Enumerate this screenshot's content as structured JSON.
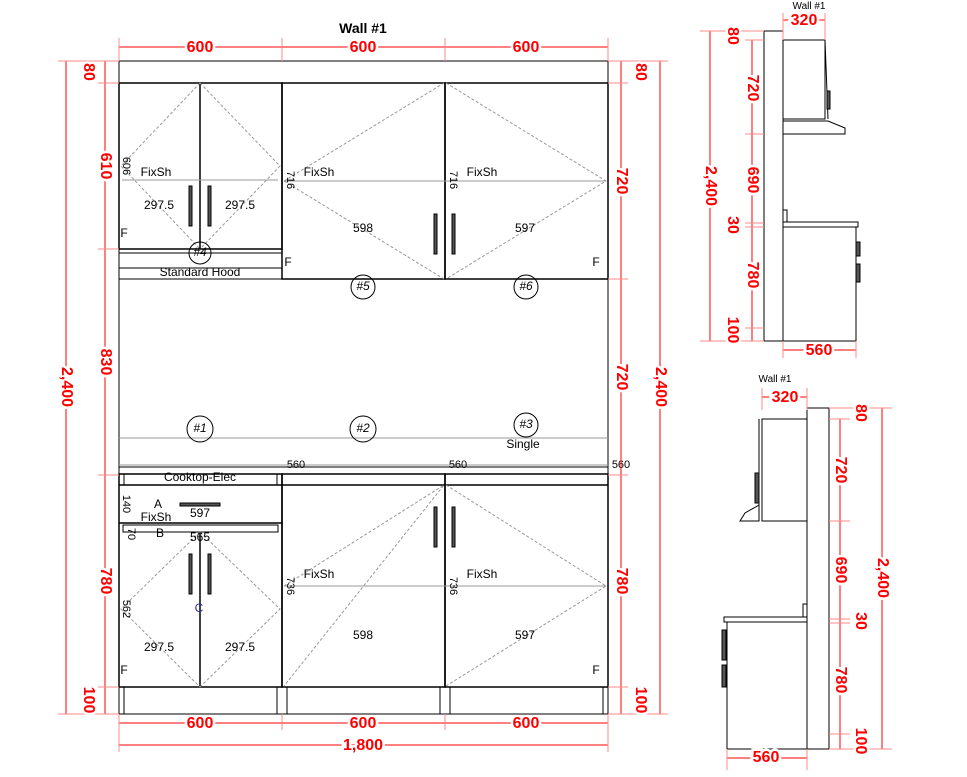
{
  "title": "Wall #1",
  "dims": {
    "top": [
      "600",
      "600",
      "600"
    ],
    "bottom": [
      "600",
      "600",
      "600"
    ],
    "total_width": "1,800",
    "left": [
      "80",
      "610",
      "830",
      "780",
      "100"
    ],
    "left_total": "2,400",
    "right": [
      "80",
      "720",
      "720",
      "780",
      "100"
    ],
    "right_total": "2,400"
  },
  "units": {
    "n1": "#1",
    "n2": "#2",
    "n3": "#3",
    "n4": "#4",
    "n5": "#5",
    "n6": "#6",
    "hood": "Standard Hood",
    "single": "Single",
    "cooktop": "Cooktop-Elec",
    "fixsh": "FixSh",
    "f": "F",
    "upper_left_height": "606",
    "upper_height": "716",
    "upper_left_door": "297.5",
    "upper_mid_door": "598",
    "upper_right_door": "597",
    "depth": "560",
    "drawer_a": "A",
    "drawer_b": "B",
    "door_c": "C",
    "drawer_height": "140",
    "rail_height": "70",
    "drawer_width": "597",
    "base_left_width": "565",
    "base_left_height": "562",
    "base_height": "736",
    "base_left_door": "297.5",
    "base_mid_door": "598",
    "base_right_door": "597"
  },
  "side_top": {
    "title": "Wall #1",
    "upper_depth": "320",
    "base_depth": "560",
    "dims": [
      "80",
      "720",
      "690",
      "30",
      "780",
      "100"
    ],
    "total": "2,400"
  },
  "side_bottom": {
    "title": "Wall #1",
    "upper_depth": "320",
    "base_depth": "560",
    "dims": [
      "80",
      "720",
      "690",
      "30",
      "780",
      "100"
    ],
    "total": "2,400"
  }
}
